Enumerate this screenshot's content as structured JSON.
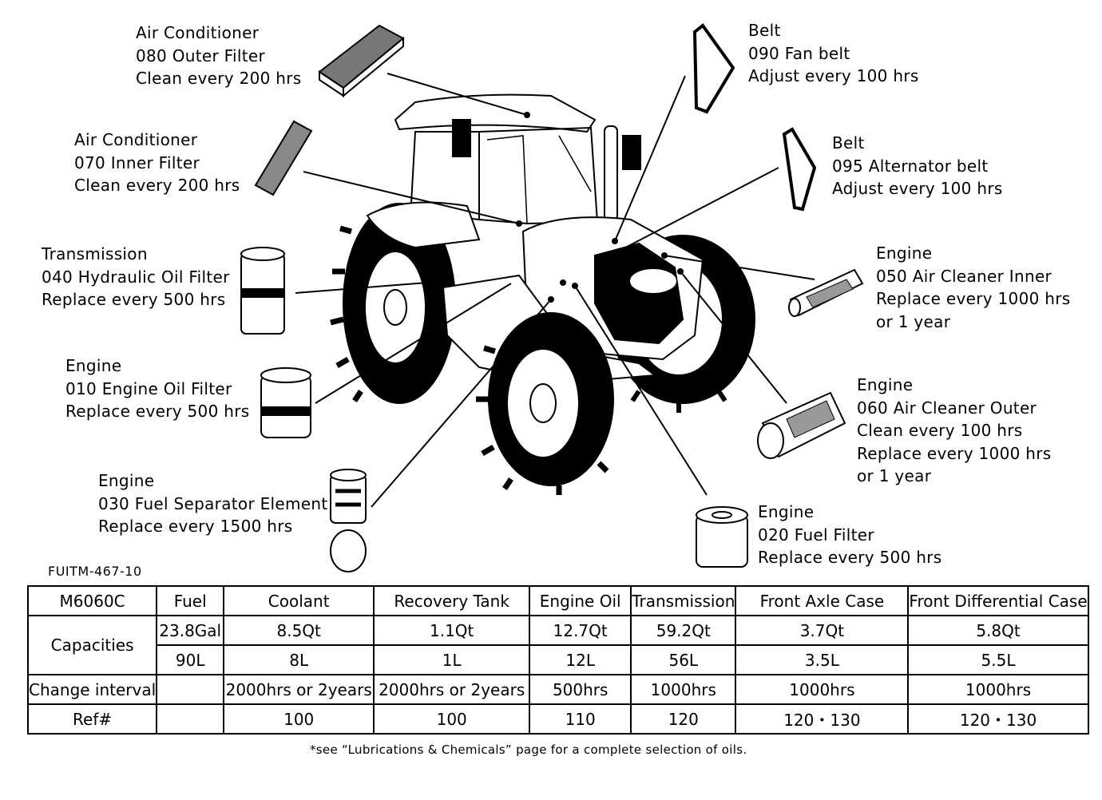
{
  "callouts": {
    "ac_outer": {
      "system": "Air Conditioner",
      "part": "080 Outer Filter",
      "interval": "Clean every 200 hrs"
    },
    "ac_inner": {
      "system": "Air Conditioner",
      "part": "070 Inner Filter",
      "interval": "Clean every 200 hrs"
    },
    "transmission": {
      "system": "Transmission",
      "part": "040 Hydraulic Oil Filter",
      "interval": "Replace every 500 hrs"
    },
    "engine_oil": {
      "system": "Engine",
      "part": "010 Engine Oil Filter",
      "interval": "Replace every 500 hrs"
    },
    "fuel_separator": {
      "system": "Engine",
      "part": "030 Fuel Separator Element",
      "interval": "Replace every 1500 hrs"
    },
    "fan_belt": {
      "system": "Belt",
      "part": "090 Fan belt",
      "interval": "Adjust every 100 hrs"
    },
    "alternator_belt": {
      "system": "Belt",
      "part": "095 Alternator belt",
      "interval": "Adjust every 100 hrs"
    },
    "air_inner": {
      "system": "Engine",
      "part": "050 Air Cleaner Inner",
      "interval": "Replace every 1000 hrs",
      "interval2": "or 1 year"
    },
    "air_outer": {
      "system": "Engine",
      "part": "060 Air Cleaner Outer",
      "interval": "Clean every 100 hrs",
      "interval2": "Replace every 1000 hrs",
      "interval3": "or 1 year"
    },
    "fuel_filter": {
      "system": "Engine",
      "part": "020 Fuel Filter",
      "interval": "Replace every 500 hrs"
    }
  },
  "doc_code": "FUITM-467-10",
  "table": {
    "model": "M6060C",
    "columns": [
      "Fuel",
      "Coolant",
      "Recovery Tank",
      "Engine Oil",
      "Transmission",
      "Front Axle Case",
      "Front Differential Case"
    ],
    "capacities_label": "Capacities",
    "capacities_us": [
      "23.8Gal",
      "8.5Qt",
      "1.1Qt",
      "12.7Qt",
      "59.2Qt",
      "3.7Qt",
      "5.8Qt"
    ],
    "capacities_metric": [
      "90L",
      "8L",
      "1L",
      "12L",
      "56L",
      "3.5L",
      "5.5L"
    ],
    "change_label": "Change interval",
    "change": [
      "",
      "2000hrs or 2years",
      "2000hrs or 2years",
      "500hrs",
      "1000hrs",
      "1000hrs",
      "1000hrs"
    ],
    "ref_label": "Ref#",
    "ref": [
      "",
      "100",
      "100",
      "110",
      "120",
      "120・130",
      "120・130"
    ]
  },
  "footnote": "*see “Lubrications & Chemicals” page for a complete selection of oils."
}
